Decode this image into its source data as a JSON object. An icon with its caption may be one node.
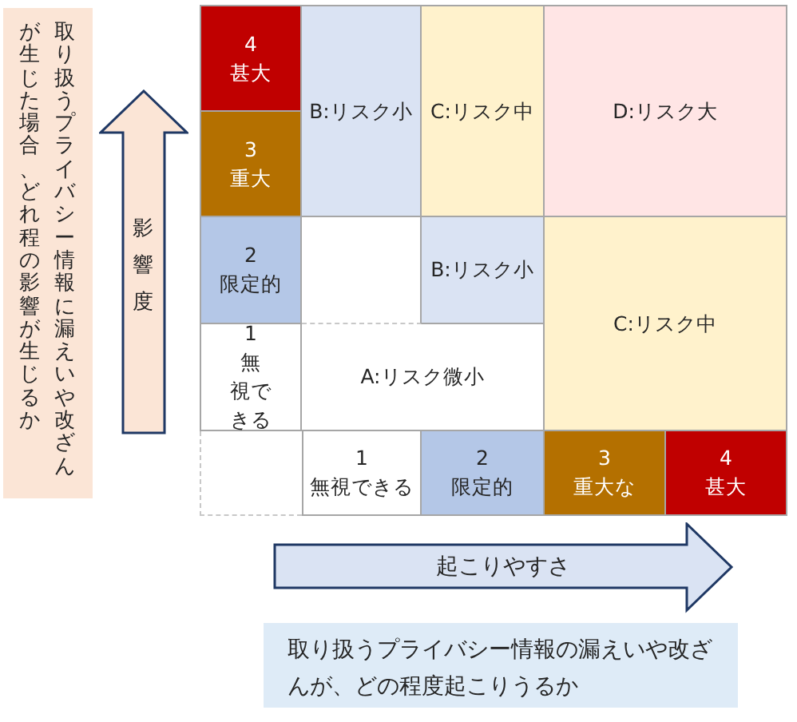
{
  "diagram": {
    "nodes": [
      {
        "text": [
          "取り扱うプライバシー情報に漏えいや改ざんが生じた場合、どれ程の影響が生じるか"
        ]
      },
      {
        "text": [
          "影響度"
        ]
      },
      {
        "text": [
          "4",
          "甚大"
        ]
      },
      {
        "text": [
          "B:リスク小"
        ]
      },
      {
        "text": [
          "C:リスク中"
        ]
      },
      {
        "text": [
          "D:リスク大"
        ]
      },
      {
        "text": [
          "3",
          "重大"
        ]
      },
      {
        "text": [
          "2",
          "限定的"
        ]
      },
      {
        "text": [],
        "shape": "box"
      },
      {
        "text": [
          "B:リスク小"
        ]
      },
      {
        "text": [
          "C:リスク中"
        ]
      },
      {
        "text": [
          "1",
          "無視できる"
        ]
      },
      {
        "text": [
          "A:リスク微小"
        ]
      },
      {
        "text": [],
        "shape": "box"
      },
      {
        "text": [
          "1",
          "無視できる"
        ]
      },
      {
        "text": [
          "2",
          "限定的"
        ]
      },
      {
        "text": [
          "3",
          "重大な"
        ]
      },
      {
        "text": [
          "4",
          "甚大"
        ]
      },
      {
        "text": [
          "起こりやすさ"
        ]
      },
      {
        "text": [
          "取り扱うプライバシー情報の漏えいや改ざんが、どの程度起こりうるか"
        ]
      }
    ]
  }
}
